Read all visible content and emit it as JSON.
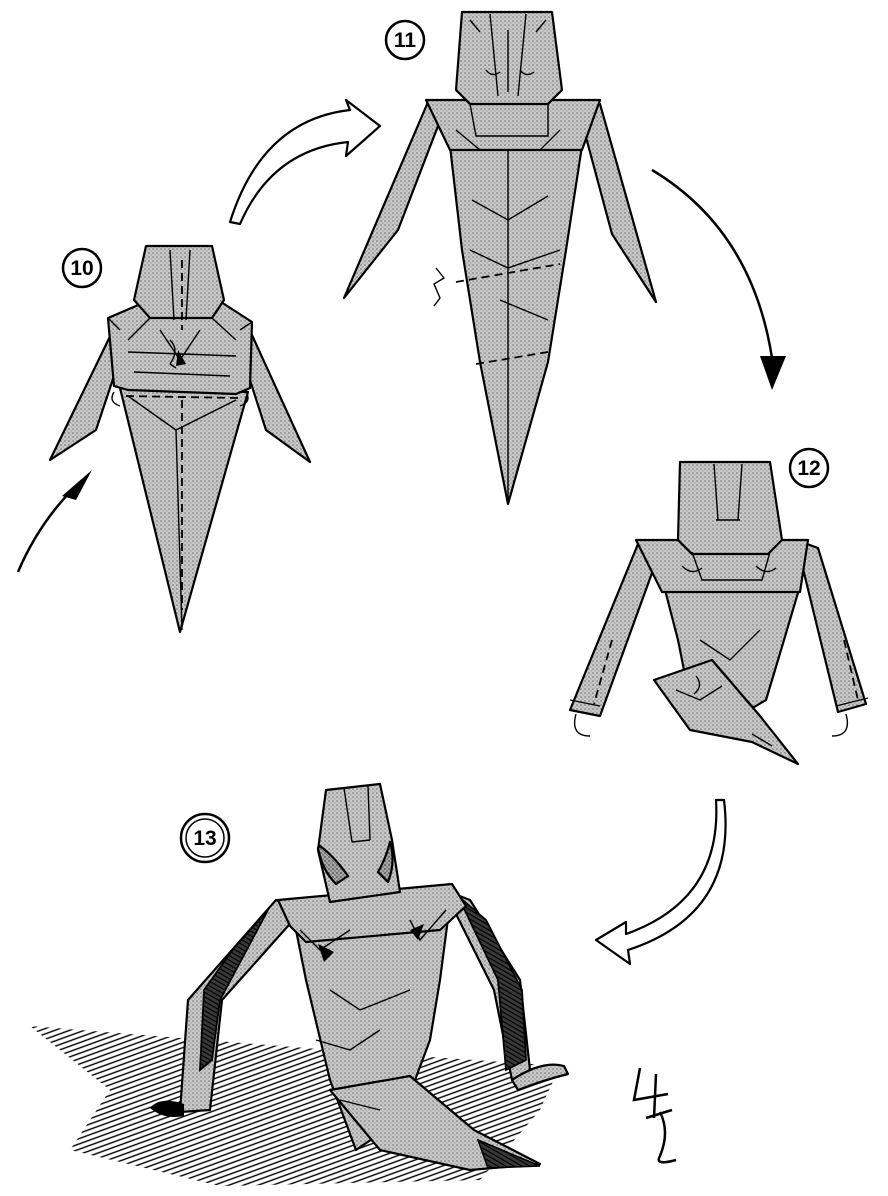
{
  "steps": [
    {
      "number": "10"
    },
    {
      "number": "11"
    },
    {
      "number": "12"
    },
    {
      "number": "13"
    }
  ],
  "signature": "4t",
  "colors": {
    "line": "#000000",
    "paper_tone": "#b8b8b8",
    "background": "#ffffff"
  }
}
